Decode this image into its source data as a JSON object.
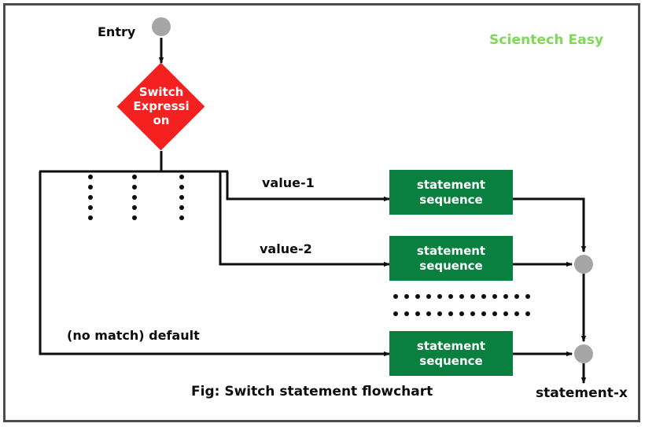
{
  "figure": {
    "caption": "Fig: Switch statement flowchart",
    "watermark": "Scientech Easy",
    "colors": {
      "decision": "#f52020",
      "process": "#0a8040",
      "node": "#a6a6a6",
      "line": "#0d0d0d",
      "frame": "#4c4c50",
      "watermark": "#7ed957"
    }
  },
  "nodes": {
    "entry_label": "Entry",
    "decision_line1": "Switch",
    "decision_line2": "Expressi",
    "decision_line3": "on",
    "exit_label": "statement-x"
  },
  "branches": [
    {
      "label": "value-1",
      "box_line1": "statement",
      "box_line2": "sequence"
    },
    {
      "label": "value-2",
      "box_line1": "statement",
      "box_line2": "sequence"
    },
    {
      "label": "(no match) default",
      "box_line1": "statement",
      "box_line2": "sequence"
    }
  ],
  "ellipsis": {
    "vertical_columns": 3,
    "vertical_dots_per_column": 5,
    "horizontal_rows": 2,
    "horizontal_dots_per_row": 13
  }
}
